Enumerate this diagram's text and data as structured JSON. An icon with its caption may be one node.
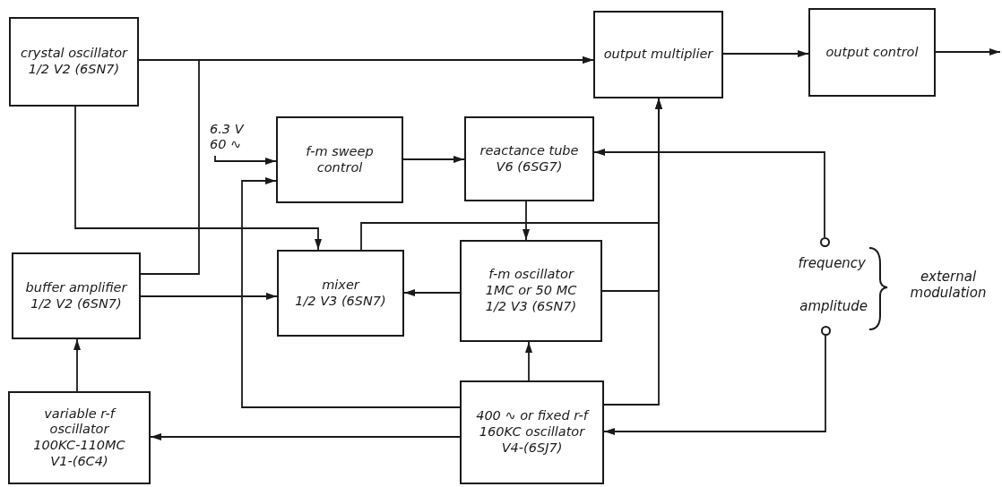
{
  "diagram": {
    "nodes": [
      {
        "text": [
          "crystal oscillator",
          "1/2 V2 (6SN7)"
        ]
      },
      {
        "text": [
          "output multiplier"
        ]
      },
      {
        "text": [
          "output control"
        ]
      },
      {
        "text": [
          "6.3 V 60 ∿"
        ]
      },
      {
        "text": [
          "f-m sweep control"
        ]
      },
      {
        "text": [
          "reactance tube",
          "V6 (6SG7)"
        ]
      },
      {
        "text": [
          "buffer amplifier",
          "1/2 V2 (6SN7)"
        ]
      },
      {
        "text": [
          "mixer",
          "1/2 V3 (6SN7)"
        ]
      },
      {
        "text": [
          "f-m oscillator",
          "1MC or 50 MC",
          "1/2 V3 (6SN7)"
        ]
      },
      {
        "text": [],
        "shape": "circle"
      },
      {
        "text": [],
        "shape": "circle"
      },
      {
        "text": [
          "variable r-f oscillator",
          "100KC-110MC",
          "V1-(6C4)"
        ]
      },
      {
        "text": [
          "400 ∿ or fixed r-f 160KC oscillator",
          "V4-(6SJ7)"
        ]
      }
    ],
    "edges": [
      {
        "from": 0,
        "to": 1,
        "arrow": "to"
      },
      {
        "from": 6,
        "to": 1,
        "arrow": "to"
      },
      {
        "from": 1,
        "to": 2,
        "arrow": "to"
      },
      {
        "from": 2,
        "to": null,
        "arrow": "to"
      },
      {
        "from": 3,
        "to": 4,
        "arrow": "to"
      },
      {
        "from": 12,
        "to": 4,
        "arrow": "to"
      },
      {
        "from": 4,
        "to": 5,
        "arrow": "to"
      },
      {
        "from": 9,
        "to": 5,
        "arrow": "to"
      },
      {
        "from": 5,
        "to": 8,
        "arrow": "to"
      },
      {
        "from": 0,
        "to": 7,
        "arrow": "to"
      },
      {
        "from": 7,
        "to": 1,
        "arrow": "to"
      },
      {
        "from": 8,
        "to": 1,
        "arrow": "to"
      },
      {
        "from": 12,
        "to": 1,
        "arrow": "to"
      },
      {
        "from": 6,
        "to": 7,
        "arrow": "to"
      },
      {
        "from": 8,
        "to": 7,
        "arrow": "to"
      },
      {
        "from": 11,
        "to": 6,
        "arrow": "to"
      },
      {
        "from": 12,
        "to": 8,
        "arrow": "to"
      },
      {
        "from": 12,
        "to": 11,
        "arrow": "to"
      },
      {
        "from": 10,
        "to": 12,
        "arrow": "to"
      }
    ],
    "labels": [
      "frequency",
      "amplitude",
      "external modulation"
    ]
  }
}
